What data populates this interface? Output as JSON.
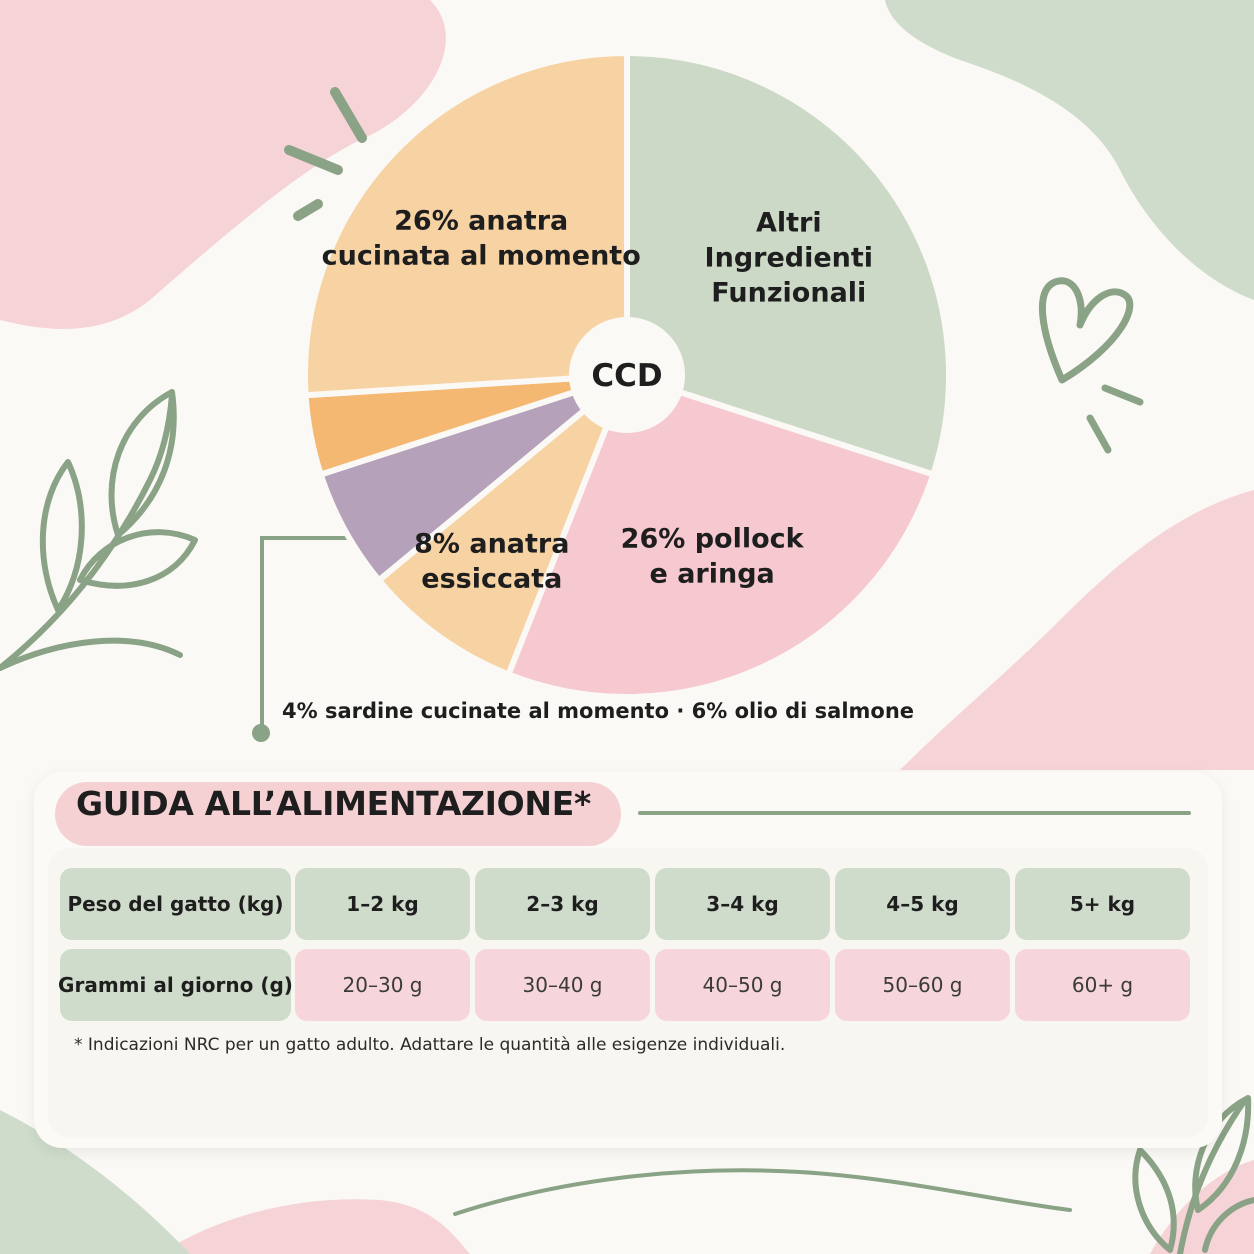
{
  "chart_data": {
    "type": "pie",
    "center_label": "CCD",
    "slices": [
      {
        "label_lines": [
          "Altri",
          "Ingredienti",
          "Funzionali"
        ],
        "value": 30,
        "color": "#cdd9c7"
      },
      {
        "label_lines": [
          "26% pollock",
          "e aringa"
        ],
        "value": 26,
        "color": "#f5c9cf"
      },
      {
        "label_lines": [
          "8% anatra",
          "essiccata"
        ],
        "value": 8,
        "color": "#f7d3a4"
      },
      {
        "label_lines": [],
        "value": 6,
        "color": "#b5a1ba",
        "legend_ref": "6% olio di salmone"
      },
      {
        "label_lines": [],
        "value": 4,
        "color": "#f4b872",
        "legend_ref": "4% sardine cucinate al momento"
      },
      {
        "label_lines": [
          "26% anatra",
          "cucinata al momento"
        ],
        "value": 26,
        "color": "#f7d3a4"
      }
    ],
    "small_slices_note": "4% sardine cucinate al momento · 6% olio di salmone"
  },
  "feeding": {
    "title": "GUIDA ALL’ALIMENTAZIONE*",
    "header_row": [
      "Peso del gatto (kg)",
      "1–2 kg",
      "2–3 kg",
      "3–4 kg",
      "4–5 kg",
      "5+ kg"
    ],
    "value_row": [
      "Grammi al giorno (g)",
      "20–30 g",
      "30–40 g",
      "40–50 g",
      "50–60 g",
      "60+ g"
    ],
    "footnote": "* Indicazioni NRC per un gatto adulto. Adattare le quantità alle esigenze individuali."
  },
  "colors": {
    "sage": "#8aa285",
    "pink_blob": "#f6d3d6",
    "green_blob": "#cfdccb"
  },
  "decorations": [
    "leaf-sprig-icon",
    "heart-outline-icon",
    "sparkle-strokes-icon"
  ]
}
